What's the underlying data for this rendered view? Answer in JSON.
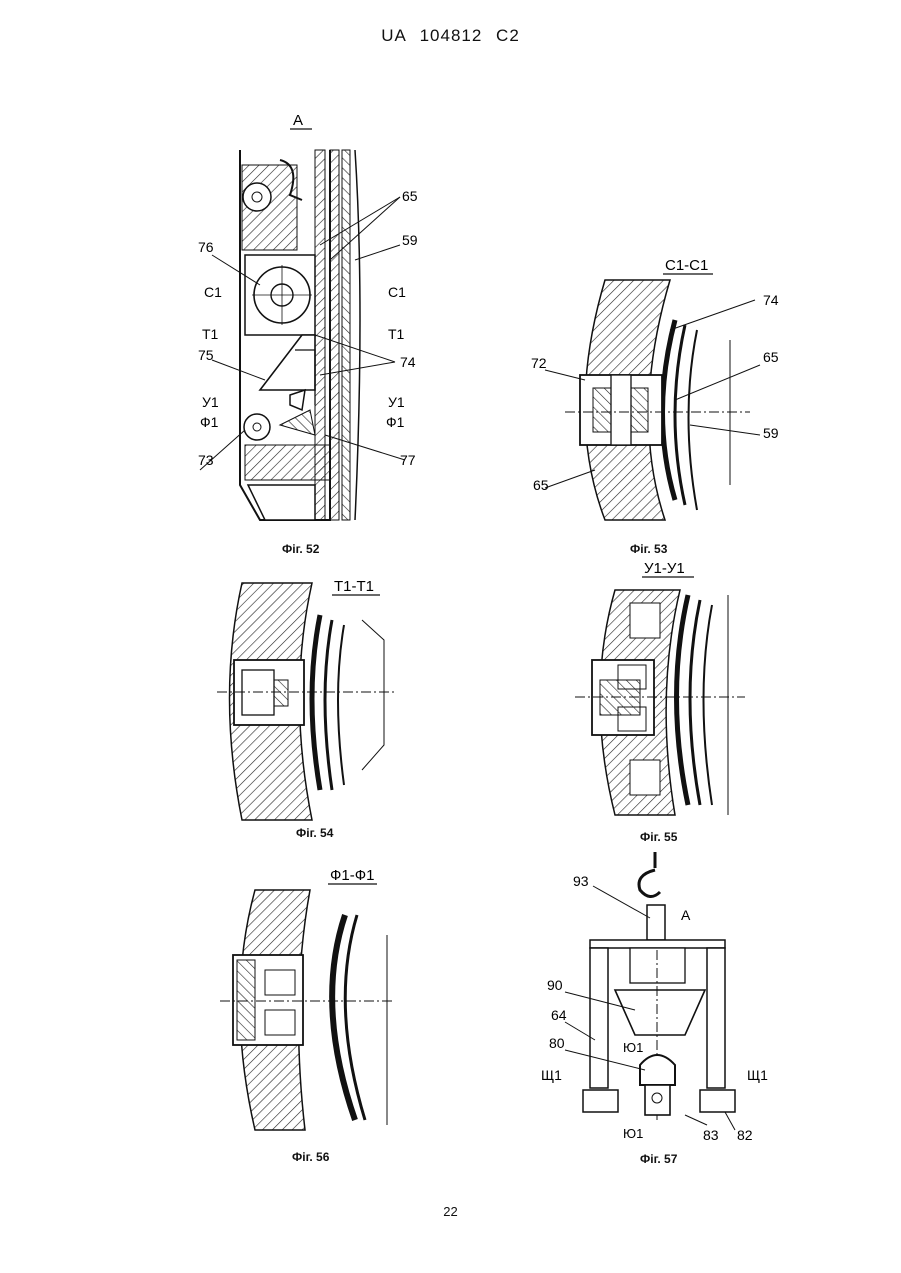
{
  "page": {
    "header": "UA 104812 C2",
    "page_number": "22"
  },
  "figures": [
    {
      "id": "fig52",
      "caption": "Фіг. 52",
      "section_title": "А",
      "labels": [
        "65",
        "59",
        "76",
        "С1",
        "С1",
        "Т1",
        "Т1",
        "74",
        "75",
        "У1",
        "У1",
        "Ф1",
        "Ф1",
        "73",
        "77"
      ]
    },
    {
      "id": "fig53",
      "caption": "Фіг. 53",
      "section_title": "С1-С1",
      "labels": [
        "74",
        "72",
        "65",
        "59",
        "65"
      ]
    },
    {
      "id": "fig54",
      "caption": "Фіг. 54",
      "section_title": "Т1-Т1",
      "labels": []
    },
    {
      "id": "fig55",
      "caption": "Фіг. 55",
      "section_title": "У1-У1",
      "labels": []
    },
    {
      "id": "fig56",
      "caption": "Фіг. 56",
      "section_title": "Ф1-Ф1",
      "labels": []
    },
    {
      "id": "fig57",
      "caption": "Фіг. 57",
      "section_title": "",
      "labels": [
        "93",
        "А",
        "90",
        "64",
        "80",
        "Ю1",
        "Щ1",
        "Щ1",
        "Ю1",
        "83",
        "82"
      ]
    }
  ]
}
